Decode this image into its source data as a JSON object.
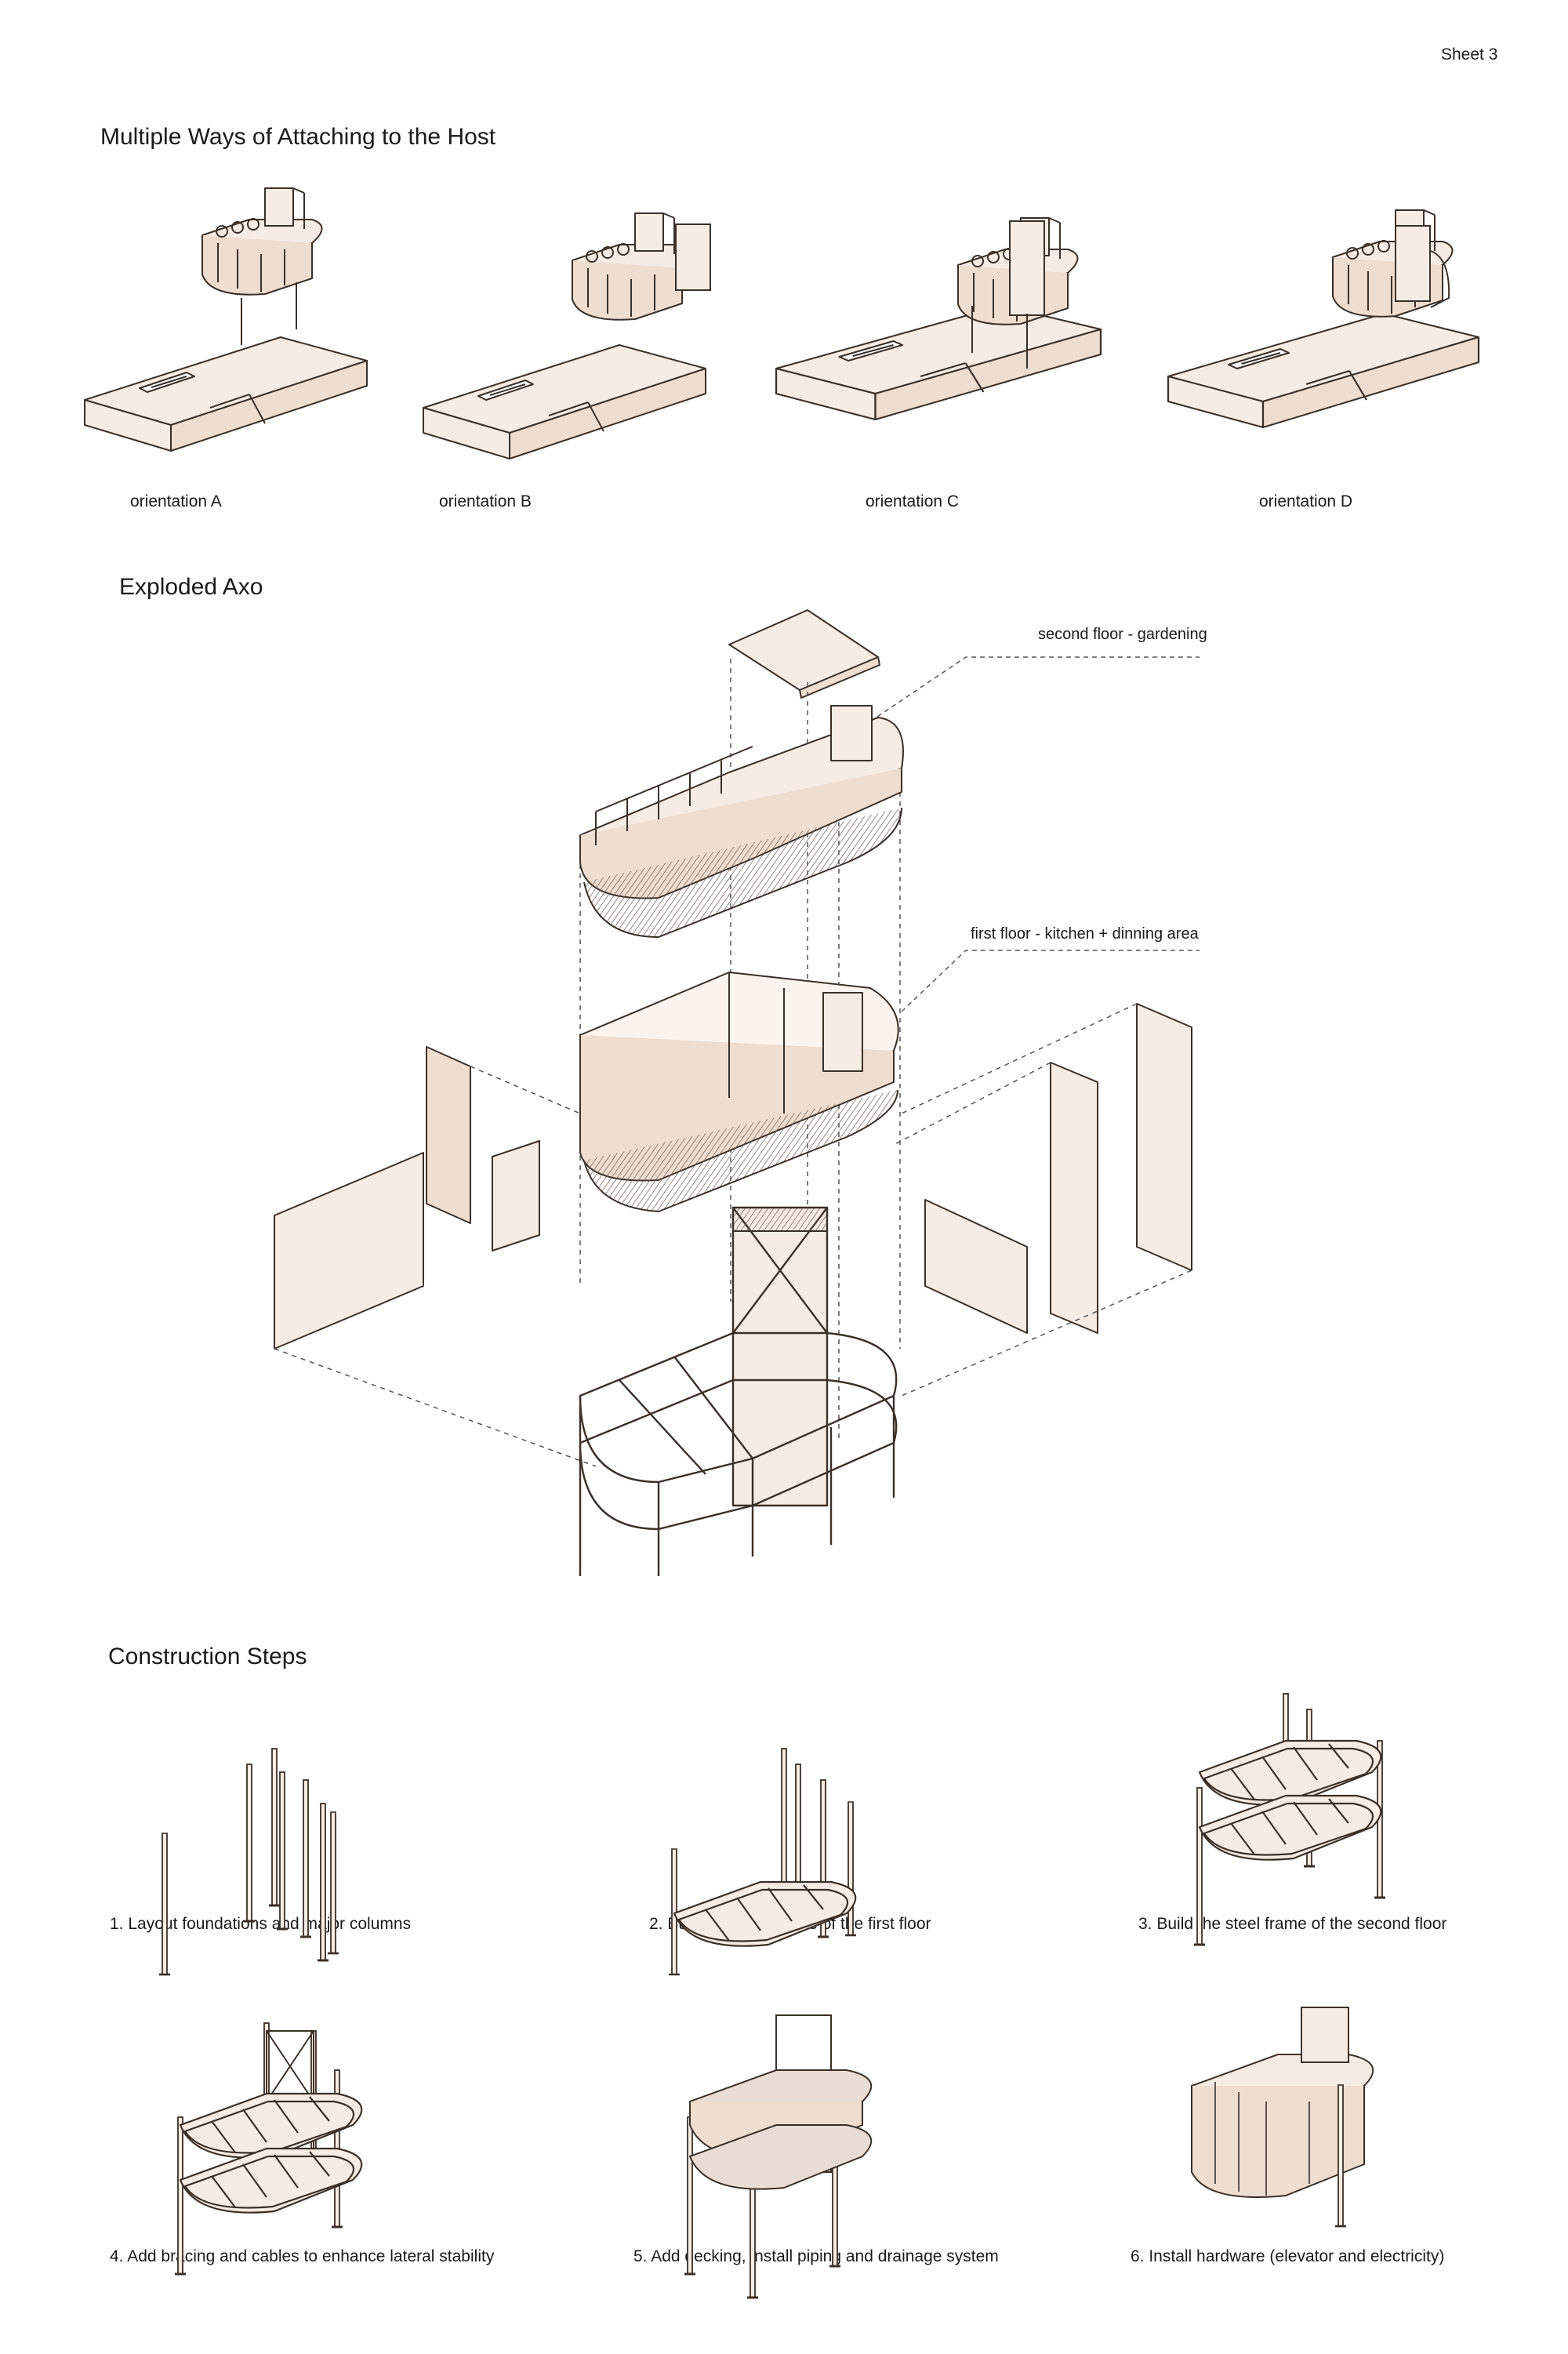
{
  "sheet_label": "Sheet 3",
  "attach": {
    "title": "Multiple Ways of Attaching to the Host",
    "orientations": [
      {
        "label": "orientation A"
      },
      {
        "label": "orientation B"
      },
      {
        "label": "orientation C"
      },
      {
        "label": "orientation D"
      }
    ]
  },
  "exploded": {
    "title": "Exploded Axo",
    "floors": [
      {
        "label": "second floor - gardening"
      },
      {
        "label": "first floor - kitchen + dinning area"
      }
    ]
  },
  "construction": {
    "title": "Construction  Steps",
    "steps": [
      {
        "label": "1. Layout foundations and major columns"
      },
      {
        "label": "2. Build the steel frame of the first floor"
      },
      {
        "label": "3. Build the steel frame of the second floor"
      },
      {
        "label": "4. Add bracing and cables to enhance lateral stability"
      },
      {
        "label": "5. Add decking, install piping and drainage system"
      },
      {
        "label": "6. Install hardware (elevator and electricity)"
      }
    ]
  },
  "palette": {
    "line": "#3a3028",
    "fill": "#f7ece4",
    "fill_dark": "#efddd0",
    "dash": "#555555"
  }
}
